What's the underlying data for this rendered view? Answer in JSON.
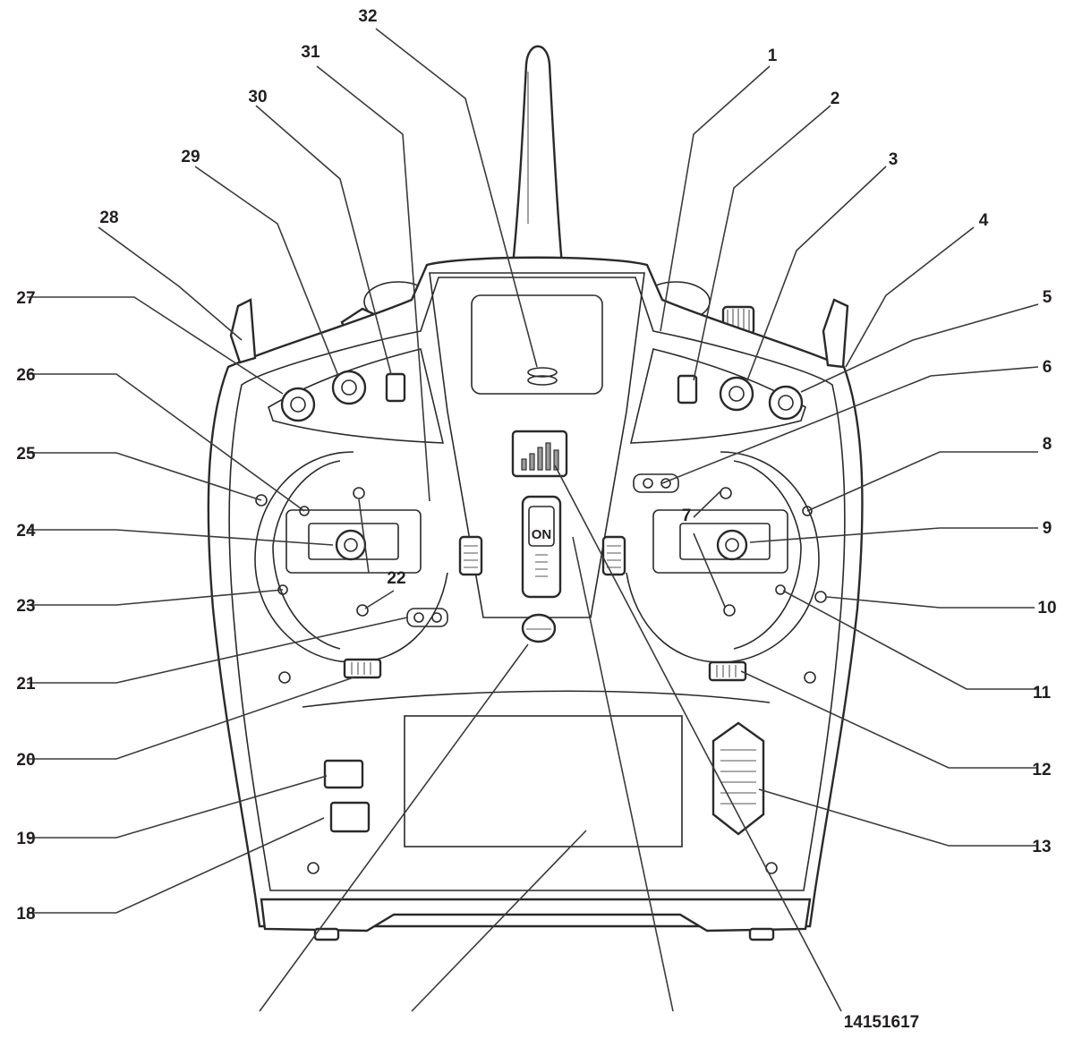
{
  "diagram": {
    "callout_labels": {
      "n1": "1",
      "n2": "2",
      "n3": "3",
      "n4": "4",
      "n5": "5",
      "n6": "6",
      "n7": "7",
      "n8": "8",
      "n9": "9",
      "n10": "10",
      "n11": "11",
      "n12": "12",
      "n13": "13",
      "n18": "18",
      "n19": "19",
      "n20": "20",
      "n21": "21",
      "n22": "22",
      "n23": "23",
      "n24": "24",
      "n25": "25",
      "n26": "26",
      "n27": "27",
      "n28": "28",
      "n29": "29",
      "n30": "30",
      "n31": "31",
      "n32": "32",
      "bottom": "14151617"
    },
    "power_switch_text": "ON"
  }
}
